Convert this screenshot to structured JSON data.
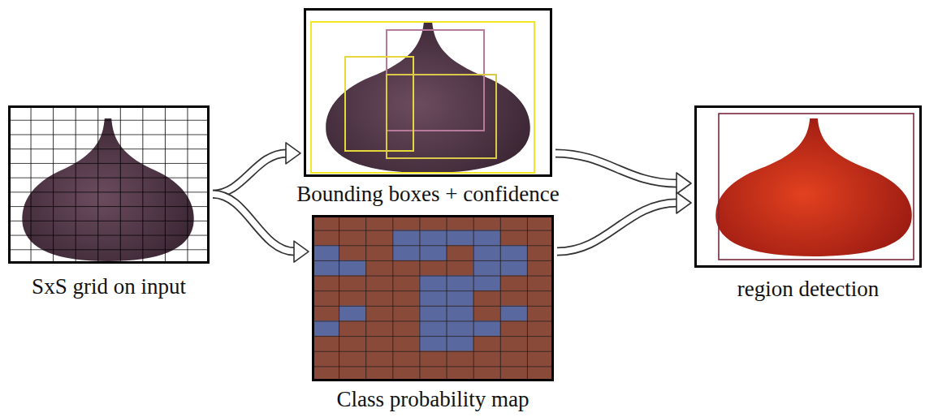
{
  "diagram": {
    "nodes": [
      {
        "text": [
          "SxS grid on input"
        ]
      },
      {
        "text": [
          "Bounding boxes + confidence"
        ]
      },
      {
        "text": [
          "Class probability map"
        ]
      },
      {
        "text": [
          "region detection"
        ]
      }
    ],
    "edges": [
      {
        "from": 0,
        "to": 1,
        "arrow": "to"
      },
      {
        "from": 0,
        "to": 2,
        "arrow": "to"
      },
      {
        "from": 1,
        "to": 3,
        "arrow": "to"
      },
      {
        "from": 2,
        "to": 3,
        "arrow": "to"
      }
    ]
  }
}
